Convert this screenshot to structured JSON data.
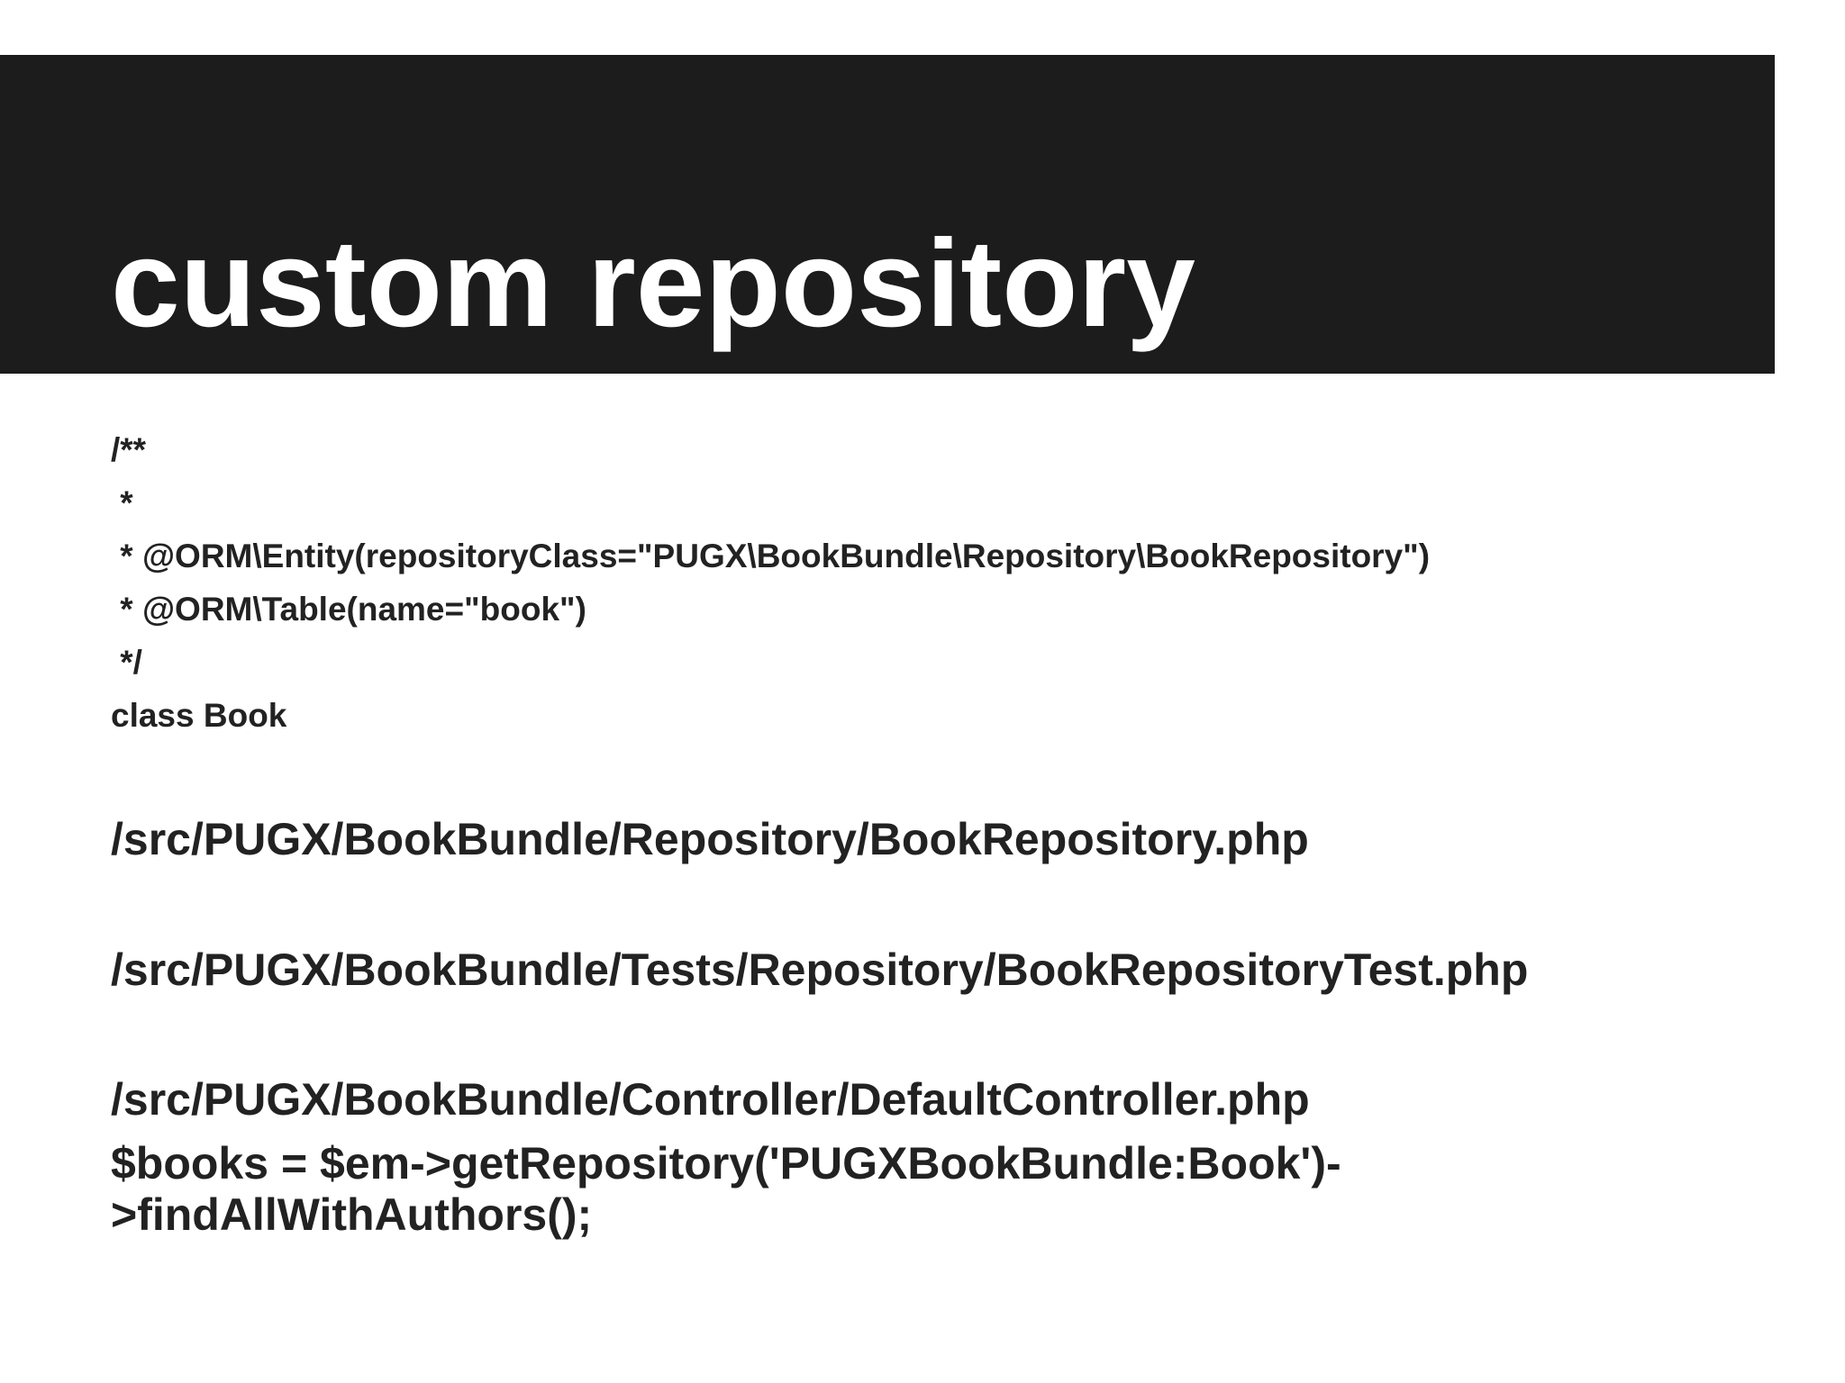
{
  "slide": {
    "title": "custom repository",
    "annotation_lines": [
      "/**",
      " *",
      " * @ORM\\Entity(repositoryClass=\"PUGX\\BookBundle\\Repository\\BookRepository\")",
      " * @ORM\\Table(name=\"book\")",
      " */",
      "class Book"
    ],
    "paths": [
      "/src/PUGX/BookBundle/Repository/BookRepository.php",
      "/src/PUGX/BookBundle/Tests/Repository/BookRepositoryTest.php",
      "/src/PUGX/BookBundle/Controller/DefaultController.php"
    ],
    "snippet_lines": [
      "$books = $em->getRepository('PUGXBookBundle:Book')-",
      ">findAllWithAuthors();"
    ]
  },
  "colors": {
    "title_bar": "#1c1c1c",
    "title_text": "#ffffff",
    "body_text": "#222222",
    "background": "#ffffff"
  }
}
